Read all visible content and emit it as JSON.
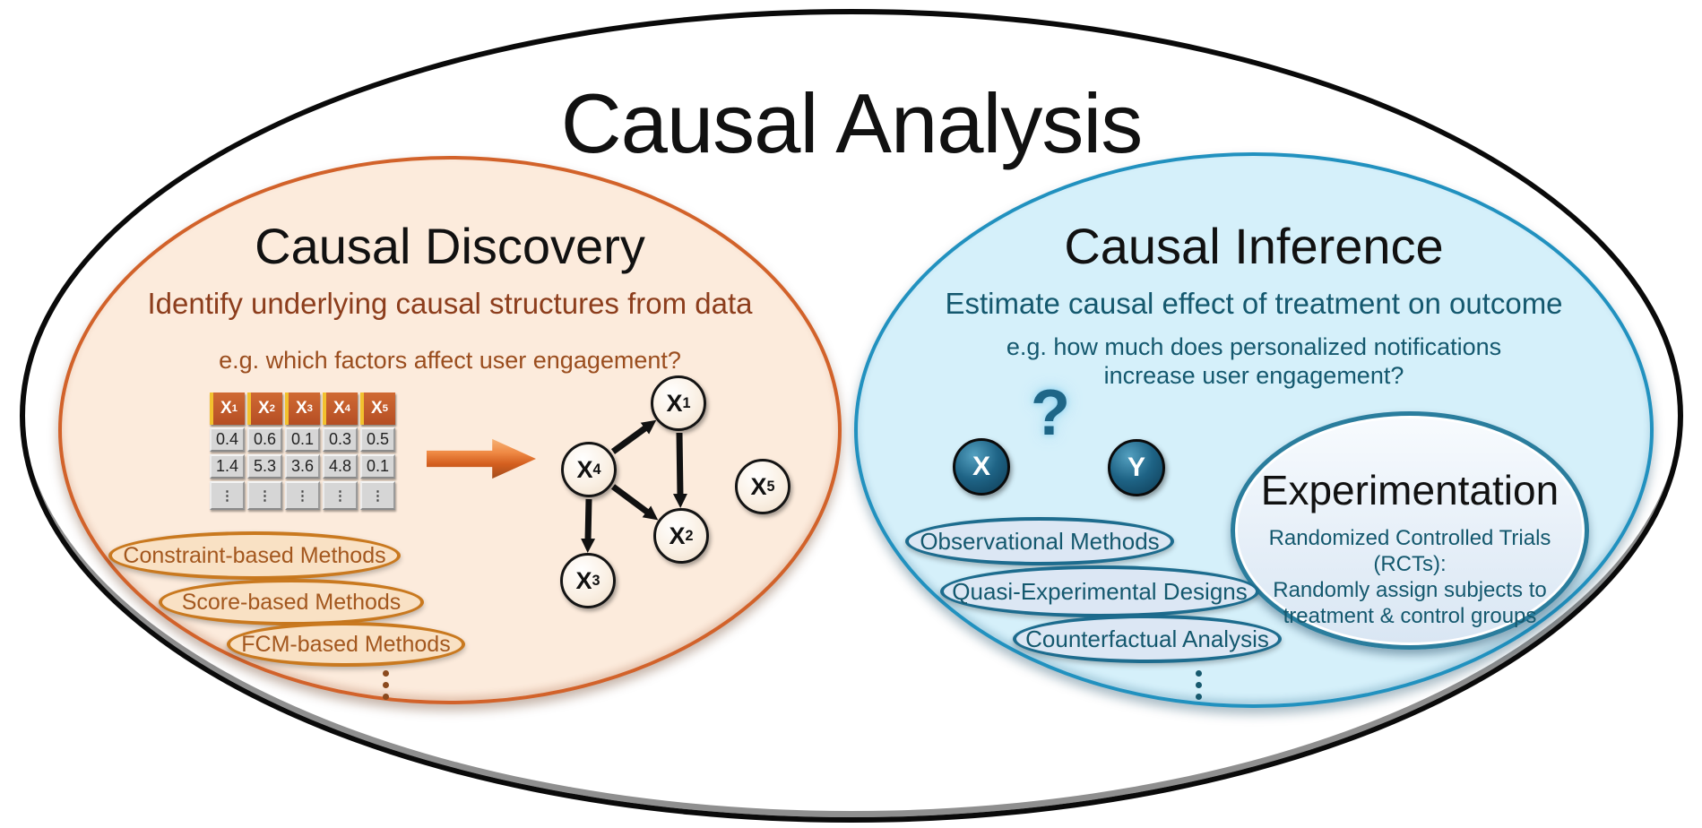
{
  "title": "Causal Analysis",
  "discovery": {
    "title": "Causal Discovery",
    "subtitle": "Identify underlying causal structures from data",
    "example": "e.g. which factors affect user engagement?",
    "table": {
      "headers": [
        {
          "base": "X",
          "sub": "1"
        },
        {
          "base": "X",
          "sub": "2"
        },
        {
          "base": "X",
          "sub": "3"
        },
        {
          "base": "X",
          "sub": "4"
        },
        {
          "base": "X",
          "sub": "5"
        }
      ],
      "rows": [
        [
          "0.4",
          "0.6",
          "0.1",
          "0.3",
          "0.5"
        ],
        [
          "1.4",
          "5.3",
          "3.6",
          "4.8",
          "0.1"
        ],
        [
          "⋮",
          "⋮",
          "⋮",
          "⋮",
          "⋮"
        ]
      ]
    },
    "graph": {
      "nodes": [
        {
          "id": "X1",
          "base": "X",
          "sub": "1"
        },
        {
          "id": "X2",
          "base": "X",
          "sub": "2"
        },
        {
          "id": "X3",
          "base": "X",
          "sub": "3"
        },
        {
          "id": "X4",
          "base": "X",
          "sub": "4"
        },
        {
          "id": "X5",
          "base": "X",
          "sub": "5"
        }
      ],
      "edges": [
        [
          "X4",
          "X1"
        ],
        [
          "X1",
          "X2"
        ],
        [
          "X4",
          "X2"
        ],
        [
          "X4",
          "X3"
        ]
      ]
    },
    "methods": [
      "Constraint-based Methods",
      "Score-based Methods",
      "FCM-based Methods"
    ],
    "more_indicator": "⋮"
  },
  "inference": {
    "title": "Causal Inference",
    "subtitle": "Estimate causal effect of treatment on outcome",
    "example_line1": "e.g. how much does personalized notifications",
    "example_line2": "increase user engagement?",
    "question_mark": "?",
    "treatment_node": "X",
    "outcome_node": "Y",
    "experimentation": {
      "title": "Experimentation",
      "description_lines": [
        "Randomized Controlled Trials (RCTs):",
        "Randomly assign subjects to",
        "treatment & control groups"
      ]
    },
    "methods": [
      "Observational Methods",
      "Quasi-Experimental Designs",
      "Counterfactual Analysis"
    ],
    "more_indicator": "⋮"
  },
  "colors": {
    "discovery_border": "#d2622a",
    "discovery_fill": "#fcebdc",
    "discovery_text": "#8c3d1c",
    "inference_border": "#2191bf",
    "inference_fill": "#d5f0fa",
    "inference_text": "#14586e"
  }
}
